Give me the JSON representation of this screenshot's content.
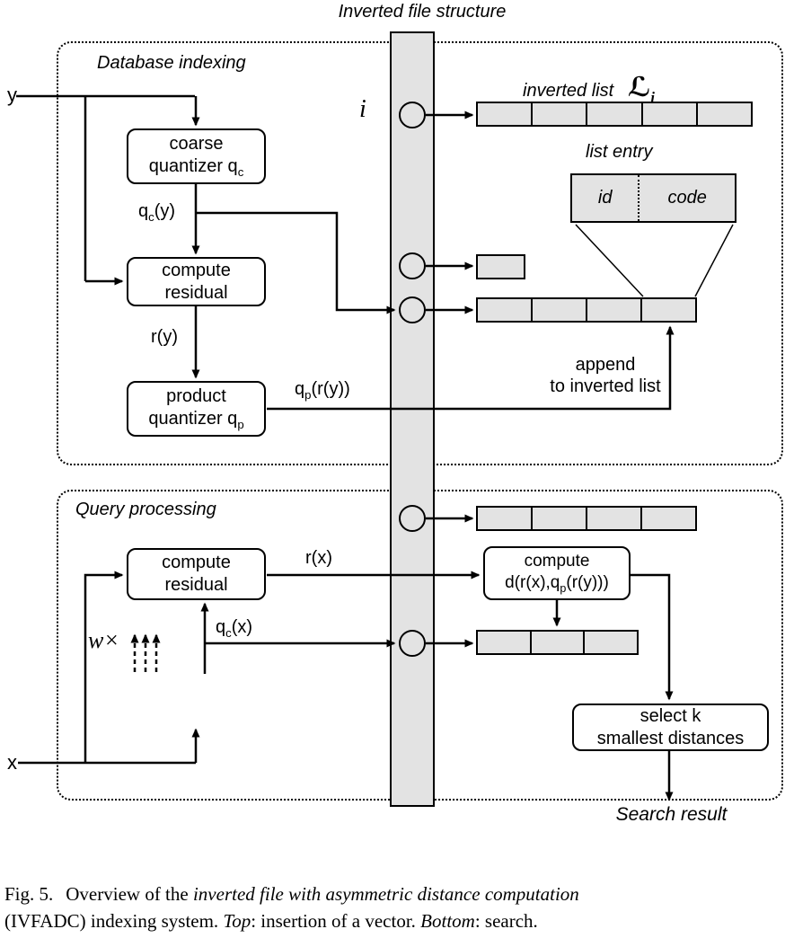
{
  "colors": {
    "cell_fill": "#e3e3e3",
    "line": "#000000",
    "bg": "#ffffff"
  },
  "title": "Inverted file structure",
  "sections": {
    "indexing": "Database indexing",
    "query": "Query processing"
  },
  "inverted_file": {
    "index_symbol": "i",
    "inverted_list_label": "inverted list",
    "list_symbol": "ℒ",
    "list_symbol_sub": "i",
    "list_entry_label": "list entry",
    "entry_id": "id",
    "entry_code": "code",
    "rows": {
      "top_cells": 5,
      "single_cells": 1,
      "append_cells": 4,
      "query_row1_cells": 4,
      "query_row2_cells": 3
    }
  },
  "boxes": {
    "coarse_quantizer_qc": {
      "line1": "coarse",
      "line2": "quantizer q",
      "sub": "c"
    },
    "compute_residual_top": {
      "line1": "compute",
      "line2": "residual"
    },
    "product_quantizer_qp": {
      "line1": "product",
      "line2": "quantizer q",
      "sub": "p"
    },
    "compute_residual_bottom": {
      "line1": "compute",
      "line2": "residual"
    },
    "compute_distance": {
      "line1": "compute",
      "pre": "d(r(x),q",
      "sub": "p",
      "post": "(r(y)))"
    },
    "select_k": {
      "line1": "select k",
      "line2": "smallest distances"
    }
  },
  "labels": {
    "y_input": "y",
    "x_input": "x",
    "qc_y": {
      "base": "q",
      "sub": "c",
      "rest": "(y)"
    },
    "r_y": "r(y)",
    "qp_ry": {
      "base": "q",
      "sub": "p",
      "rest": "(r(y))"
    },
    "append_line1": "append",
    "append_line2": "to inverted list",
    "r_x": "r(x)",
    "qc_x": {
      "base": "q",
      "sub": "c",
      "rest": "(x)"
    },
    "w_times": "w×",
    "search_result": "Search result"
  },
  "caption": {
    "fig": "Fig. 5.",
    "t1": "Overview of the ",
    "t2": "inverted file with asymmetric distance computation",
    "t3": "(IVFADC) indexing system. ",
    "t4": "Top",
    "t5": ": insertion of a vector. ",
    "t6": "Bottom",
    "t7": ": search."
  }
}
